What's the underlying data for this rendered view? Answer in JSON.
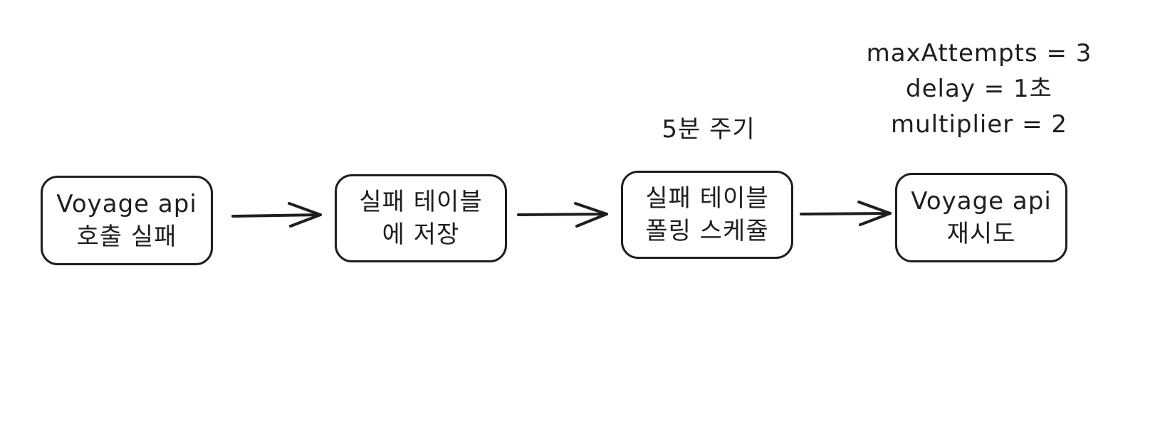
{
  "nodes": [
    {
      "lines": [
        "Voyage api",
        "호출 실패"
      ]
    },
    {
      "lines": [
        "실패 테이블",
        "에 저장"
      ]
    },
    {
      "lines": [
        "실패 테이블",
        "폴링 스케쥴"
      ]
    },
    {
      "lines": [
        "Voyage api",
        "재시도"
      ]
    }
  ],
  "annotations": {
    "period": "5분 주기",
    "retry_config": [
      "maxAttempts = 3",
      "delay = 1초",
      "multiplier = 2"
    ]
  },
  "colors": {
    "stroke": "#1e1e1e",
    "background": "#ffffff"
  }
}
